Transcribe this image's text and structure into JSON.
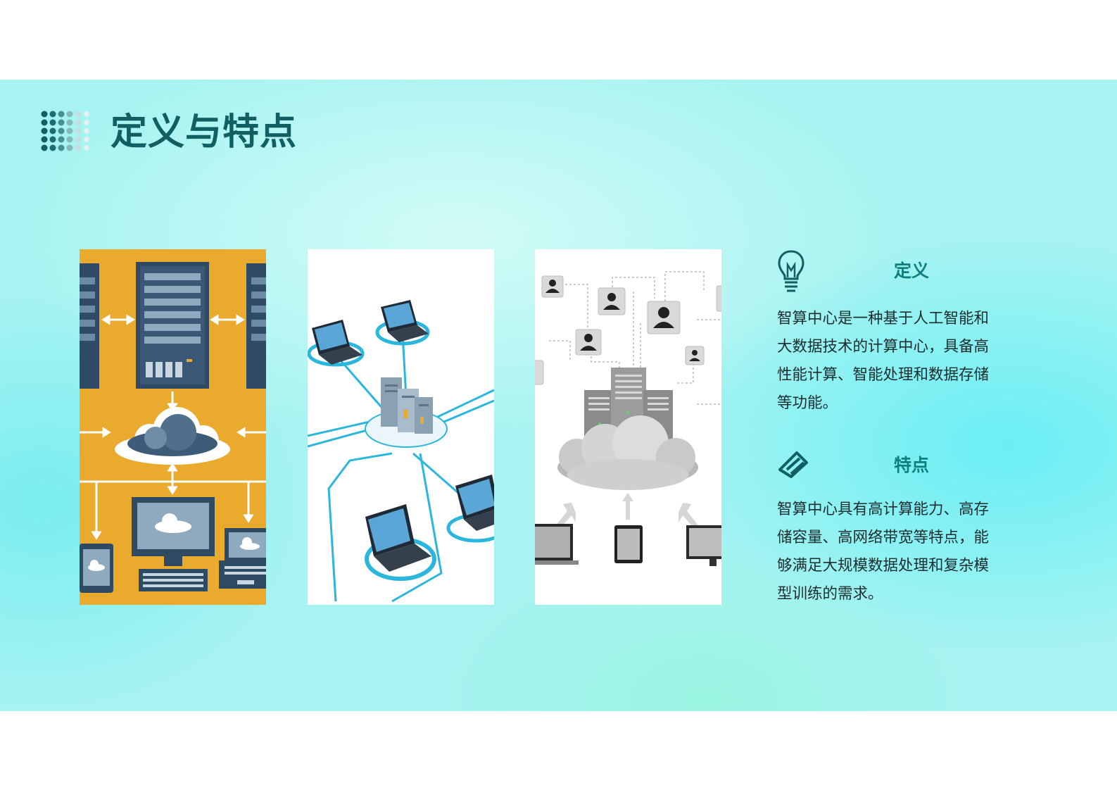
{
  "header": {
    "title": "定义与特点"
  },
  "colors": {
    "accent": "#0f5f63",
    "section_heading": "#0f7f80",
    "panel_orange": "#e9aa2e",
    "server_navy": "#2f4a63",
    "network_cyan": "#2bb6dd"
  },
  "images": [
    {
      "name": "server-cloud-illustration"
    },
    {
      "name": "network-laptops-illustration"
    },
    {
      "name": "cloud-users-illustration"
    }
  ],
  "definition": {
    "icon": "lightbulb-icon",
    "heading": "定义",
    "body": "智算中心是一种基于人工智能和大数据技术的计算中心，具备高性能计算、智能处理和数据存储等功能。"
  },
  "features": {
    "icon": "paperclip-icon",
    "heading": "特点",
    "body": "智算中心具有高计算能力、高存储容量、高网络带宽等特点，能够满足大规模数据处理和复杂模型训练的需求。"
  }
}
